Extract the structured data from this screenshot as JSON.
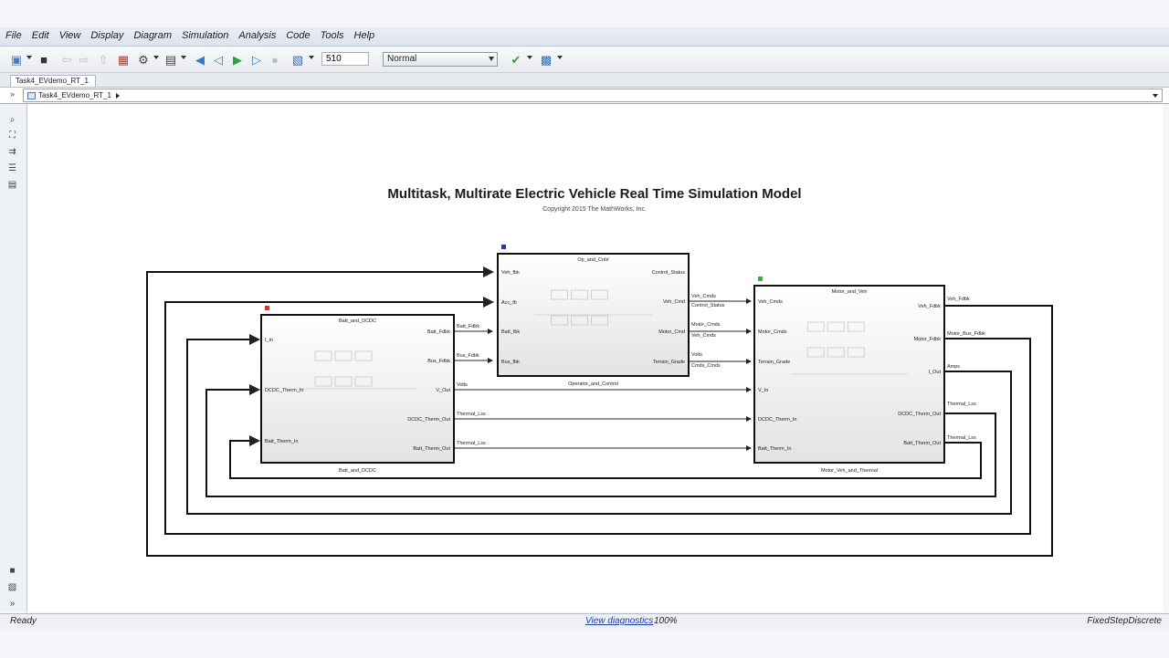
{
  "menu": [
    "File",
    "Edit",
    "View",
    "Display",
    "Diagram",
    "Simulation",
    "Analysis",
    "Code",
    "Tools",
    "Help"
  ],
  "toolbar": {
    "stop_time": "510",
    "sim_mode": "Normal"
  },
  "tab": {
    "label": "Task4_EVdemo_RT_1"
  },
  "address": {
    "path": "Task4_EVdemo_RT_1"
  },
  "diagram": {
    "title": "Multitask, Multirate Electric Vehicle Real Time Simulation Model",
    "copyright": "Copyright 2015 The MathWorks, Inc.",
    "blocks": [
      {
        "key": "op",
        "header": "Op_and_Cntrl",
        "footer": "Operator_and_Control",
        "color": "#1f3f9e",
        "inputs": [
          "Veh_fbk",
          "Acc_fb",
          "Batt_fbk",
          "Bus_fbk"
        ],
        "outputs": [
          "Control_Status",
          "Veh_Cmd",
          "Motor_Cmd",
          "Terrain_Grade"
        ]
      },
      {
        "key": "batt",
        "header": "Batt_and_DCDC",
        "footer": "Batt_and_DCDC",
        "color": "#d9322b",
        "inputs": [
          "I_in",
          "DCDC_Therm_In",
          "Batt_Therm_In"
        ],
        "outputs": [
          "Batt_Fdbk",
          "Bus_Fdbk",
          "V_Out",
          "DCDC_Therm_Out",
          "Batt_Therm_Out"
        ]
      },
      {
        "key": "motor",
        "header": "Motor_and_Veh",
        "footer": "Motor_Veh_and_Thermal",
        "color": "#3fae3f",
        "inputs": [
          "Veh_Cmds",
          "Motor_Cmds",
          "Terrain_Grade",
          "V_In",
          "DCDC_Therm_In",
          "Batt_Therm_In"
        ],
        "outputs": [
          "Veh_Fdbk",
          "Motor_Fdbk",
          "I_Out",
          "DCDC_Therm_Out",
          "Batt_Therm_Out"
        ]
      }
    ],
    "signals": [
      "Batt_Fdbk",
      "Bus_Fdbk",
      "Volts",
      "Thermal_Lss",
      "Thermal_Lss",
      "Veh_Cmds",
      "Control_Status",
      "Motor_Cmds",
      "Veh_Cmds",
      "Volts",
      "Cmds_Cmds",
      "Veh_Fdbk",
      "Motor_Bus_Fdbk",
      "Amps",
      "Thermal_Lss",
      "Thermal_Lss"
    ]
  },
  "status": {
    "ready": "Ready",
    "diagnostics": "View diagnostics",
    "zoom": "100%",
    "solver": "FixedStepDiscrete"
  }
}
